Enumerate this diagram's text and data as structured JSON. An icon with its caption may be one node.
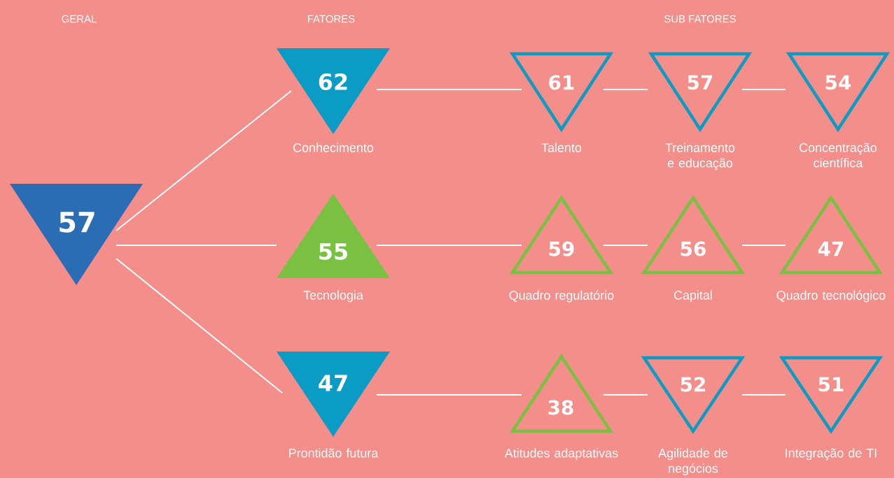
{
  "diagram": {
    "nodes": [
      {
        "text": [
          "57"
        ]
      },
      {
        "text": [
          "62",
          "Conhecimento"
        ]
      },
      {
        "text": [
          "55",
          "Tecnologia"
        ]
      },
      {
        "text": [
          "47",
          "Prontidão futura"
        ]
      },
      {
        "text": [
          "61",
          "Talento"
        ]
      },
      {
        "text": [
          "57",
          "Treinamento e educação"
        ]
      },
      {
        "text": [
          "54",
          "Concentração científica"
        ]
      },
      {
        "text": [
          "59",
          "Quadro regulatório"
        ]
      },
      {
        "text": [
          "56",
          "Capital"
        ]
      },
      {
        "text": [
          "47",
          "Quadro tecnológico"
        ]
      },
      {
        "text": [
          "38",
          "Atitudes adaptativas"
        ]
      },
      {
        "text": [
          "52",
          "Agilidade de negócios"
        ]
      },
      {
        "text": [
          "51",
          "Integração de TI"
        ]
      }
    ],
    "edges": [
      {
        "from": 0,
        "to": 1,
        "arrow": "none"
      },
      {
        "from": 0,
        "to": 2,
        "arrow": "none"
      },
      {
        "from": 0,
        "to": 3,
        "arrow": "none"
      },
      {
        "from": 1,
        "to": 4,
        "arrow": "none"
      },
      {
        "from": 4,
        "to": 5,
        "arrow": "none"
      },
      {
        "from": 5,
        "to": 6,
        "arrow": "none"
      },
      {
        "from": 2,
        "to": 7,
        "arrow": "none"
      },
      {
        "from": 7,
        "to": 8,
        "arrow": "none"
      },
      {
        "from": 8,
        "to": 9,
        "arrow": "none"
      },
      {
        "from": 3,
        "to": 10,
        "arrow": "none"
      },
      {
        "from": 10,
        "to": 11,
        "arrow": "none"
      },
      {
        "from": 11,
        "to": 12,
        "arrow": "none"
      }
    ],
    "labels": [
      "GERAL",
      "FATORES",
      "SUB FATORES"
    ]
  }
}
